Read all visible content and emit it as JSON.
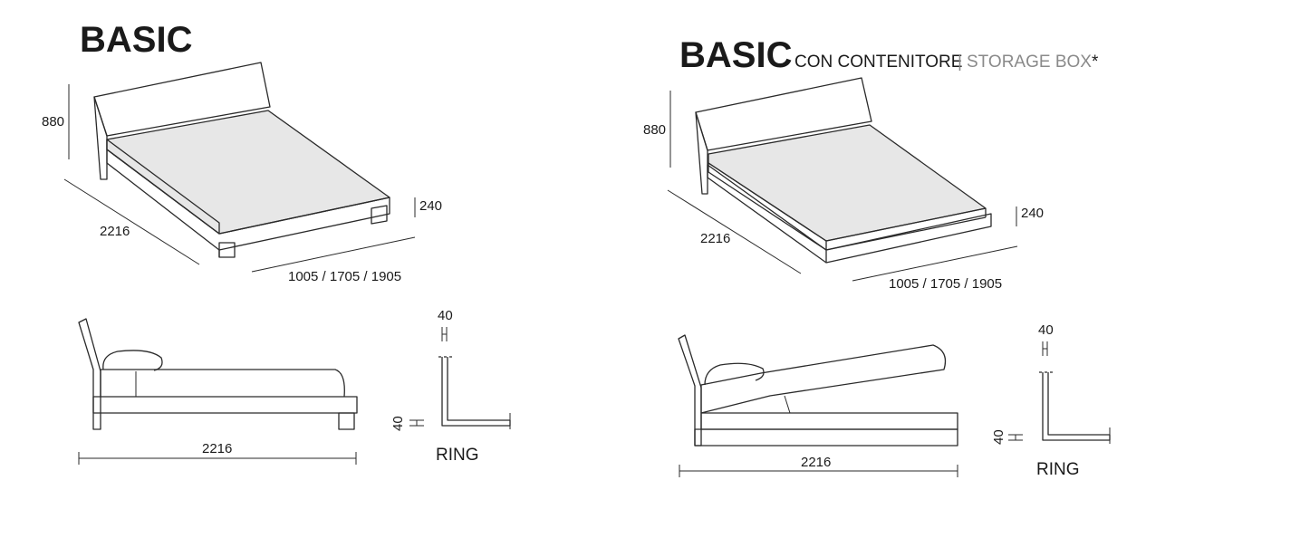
{
  "left": {
    "title": "BASIC",
    "dims": {
      "height": "880",
      "length": "2216",
      "widths": "1005 / 1705 / 1905",
      "base_height": "240",
      "side_length": "2216",
      "profile_top": "40",
      "profile_side": "40"
    },
    "ring_label": "RING"
  },
  "right": {
    "title": "BASIC",
    "subtitle": "CON CONTENITORE",
    "separator": "|",
    "subtitle_en": "STORAGE BOX",
    "asterisk": "*",
    "dims": {
      "height": "880",
      "length": "2216",
      "widths": "1005 / 1705 / 1905",
      "base_height": "240",
      "side_length": "2216",
      "profile_top": "40",
      "profile_side": "40"
    },
    "ring_label": "RING"
  }
}
